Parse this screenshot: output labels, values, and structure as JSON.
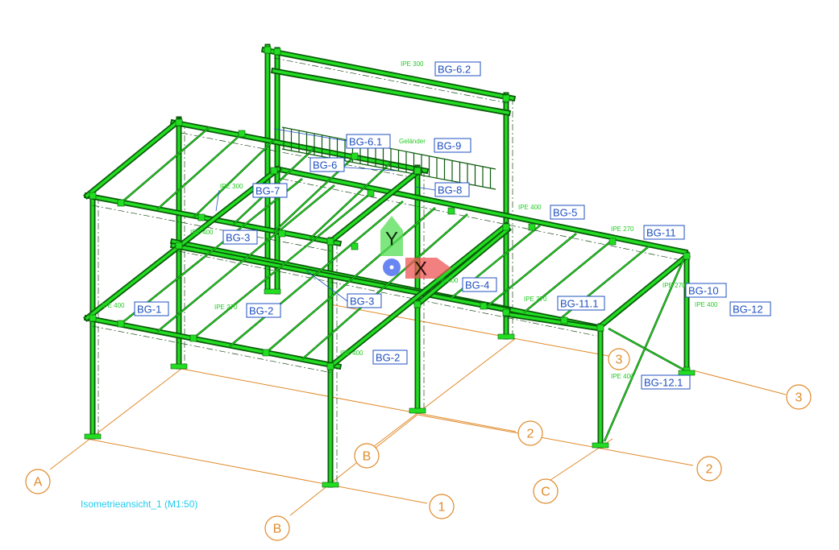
{
  "view_caption": "Isometrieansicht_1 (M1:50)",
  "axis_labels": {
    "y": "Y",
    "x": "X"
  },
  "colors": {
    "steel_dark": "#0a5a0a",
    "steel_light": "#22dd22",
    "grid": "#e08a2a",
    "tag": "#2050c0",
    "caption": "#22ccee"
  },
  "grid_bubbles": [
    {
      "id": "A",
      "label": "A"
    },
    {
      "id": "B1",
      "label": "B"
    },
    {
      "id": "B2",
      "label": "B"
    },
    {
      "id": "C",
      "label": "C"
    },
    {
      "id": "N1",
      "label": "1"
    },
    {
      "id": "N2a",
      "label": "2"
    },
    {
      "id": "N2b",
      "label": "2"
    },
    {
      "id": "N3a",
      "label": "3"
    },
    {
      "id": "N3b",
      "label": "3"
    }
  ],
  "tags": [
    {
      "id": "bg62",
      "label": "BG-6.2"
    },
    {
      "id": "bg61",
      "label": "BG-6.1"
    },
    {
      "id": "bg9",
      "label": "BG-9"
    },
    {
      "id": "bg6",
      "label": "BG-6"
    },
    {
      "id": "bg7",
      "label": "BG-7"
    },
    {
      "id": "bg8",
      "label": "BG-8"
    },
    {
      "id": "bg5",
      "label": "BG-5"
    },
    {
      "id": "bg11",
      "label": "BG-11"
    },
    {
      "id": "bg3",
      "label": "BG-3"
    },
    {
      "id": "bg4",
      "label": "BG-4"
    },
    {
      "id": "bg10",
      "label": "BG-10"
    },
    {
      "id": "bg12",
      "label": "BG-12"
    },
    {
      "id": "bg1",
      "label": "BG-1"
    },
    {
      "id": "bg2b",
      "label": "BG-2"
    },
    {
      "id": "bg2a",
      "label": "BG-2"
    },
    {
      "id": "bg111",
      "label": "BG-11.1"
    },
    {
      "id": "bg3b",
      "label": "BG-3"
    },
    {
      "id": "bg121",
      "label": "BG-12.1"
    }
  ],
  "profiles": [
    {
      "id": "p1",
      "label": "IPE 300"
    },
    {
      "id": "p2",
      "label": "Geländer"
    },
    {
      "id": "p3",
      "label": "IPE 300"
    },
    {
      "id": "p4",
      "label": "IPE 400"
    },
    {
      "id": "p5",
      "label": "IPE 270"
    },
    {
      "id": "p6",
      "label": "IPE 400"
    },
    {
      "id": "p7",
      "label": "IPE 400"
    },
    {
      "id": "p8",
      "label": "IPE 270"
    },
    {
      "id": "p9",
      "label": "IPE 400"
    },
    {
      "id": "p10",
      "label": "IPE 270"
    },
    {
      "id": "p11",
      "label": "IPE 400"
    },
    {
      "id": "p12",
      "label": "IPE 400"
    },
    {
      "id": "p13",
      "label": "IPE 270"
    },
    {
      "id": "p14",
      "label": "IPE 400"
    }
  ]
}
